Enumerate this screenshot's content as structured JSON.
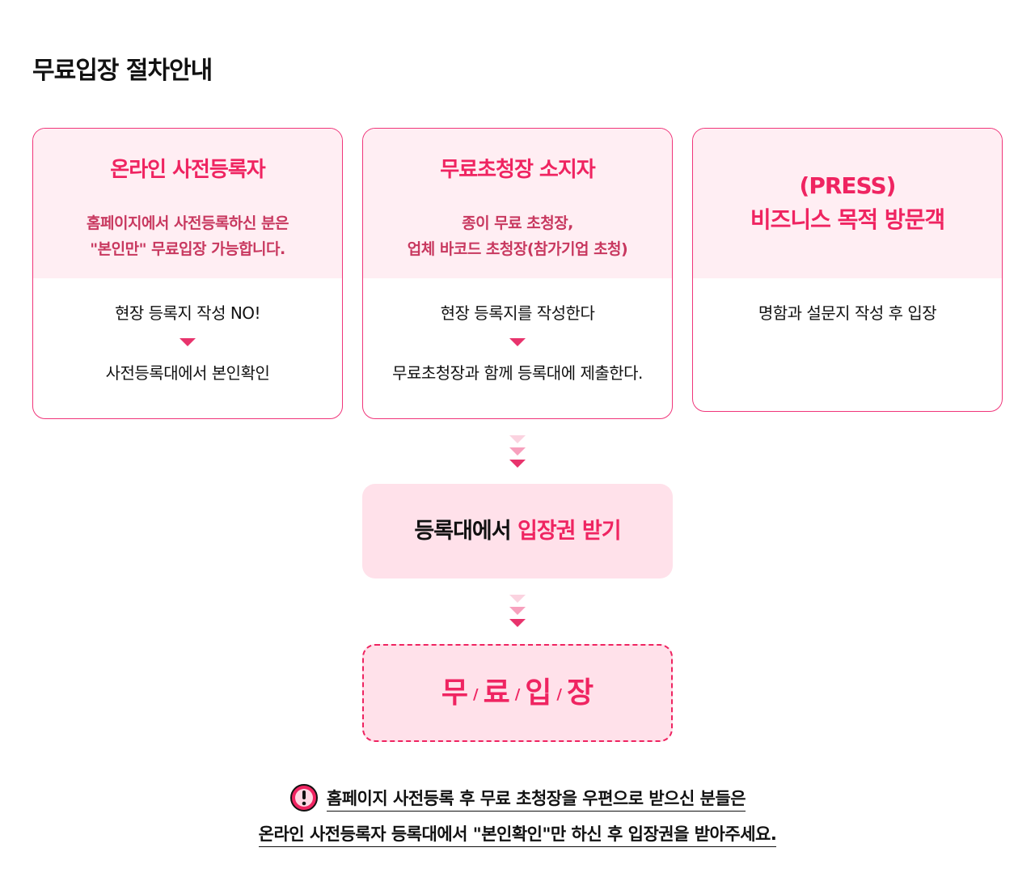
{
  "page": {
    "title": "무료입장 절차안내"
  },
  "cards": [
    {
      "title": "온라인 사전등록자",
      "desc_line1": "홈페이지에서 사전등록하신 분은",
      "desc_line2": "\"본인만\" 무료입장 가능합니다.",
      "step1": "현장 등록지 작성 NO!",
      "step2": "사전등록대에서 본인확인"
    },
    {
      "title": "무료초청장 소지자",
      "desc_line1": "종이 무료 초청장,",
      "desc_line2": "업체 바코드 초청장(참가기업 초청)",
      "step1": "현장 등록지를 작성한다",
      "step2": "무료초청장과 함께 등록대에 제출한다."
    },
    {
      "title_line1": "(PRESS)",
      "title_line2": "비즈니스 목적 방문객",
      "step1": "명함과 설문지 작성 후 입장"
    }
  ],
  "receive": {
    "prefix": "등록대에서 ",
    "highlight": "입장권 받기"
  },
  "free_entry": {
    "chars": [
      "무",
      "료",
      "입",
      "장"
    ],
    "separator": "/"
  },
  "notice": {
    "line1": "홈페이지 사전등록 후 무료 초청장을 우편으로 받으신 분들은",
    "line2": "온라인 사전등록자 등록대에서 \"본인확인\"만 하신 후 입장권을 받아주세요."
  },
  "colors": {
    "accent": "#ef2461",
    "card_bg": "#ffeef3",
    "box_bg": "#ffe1ea"
  }
}
